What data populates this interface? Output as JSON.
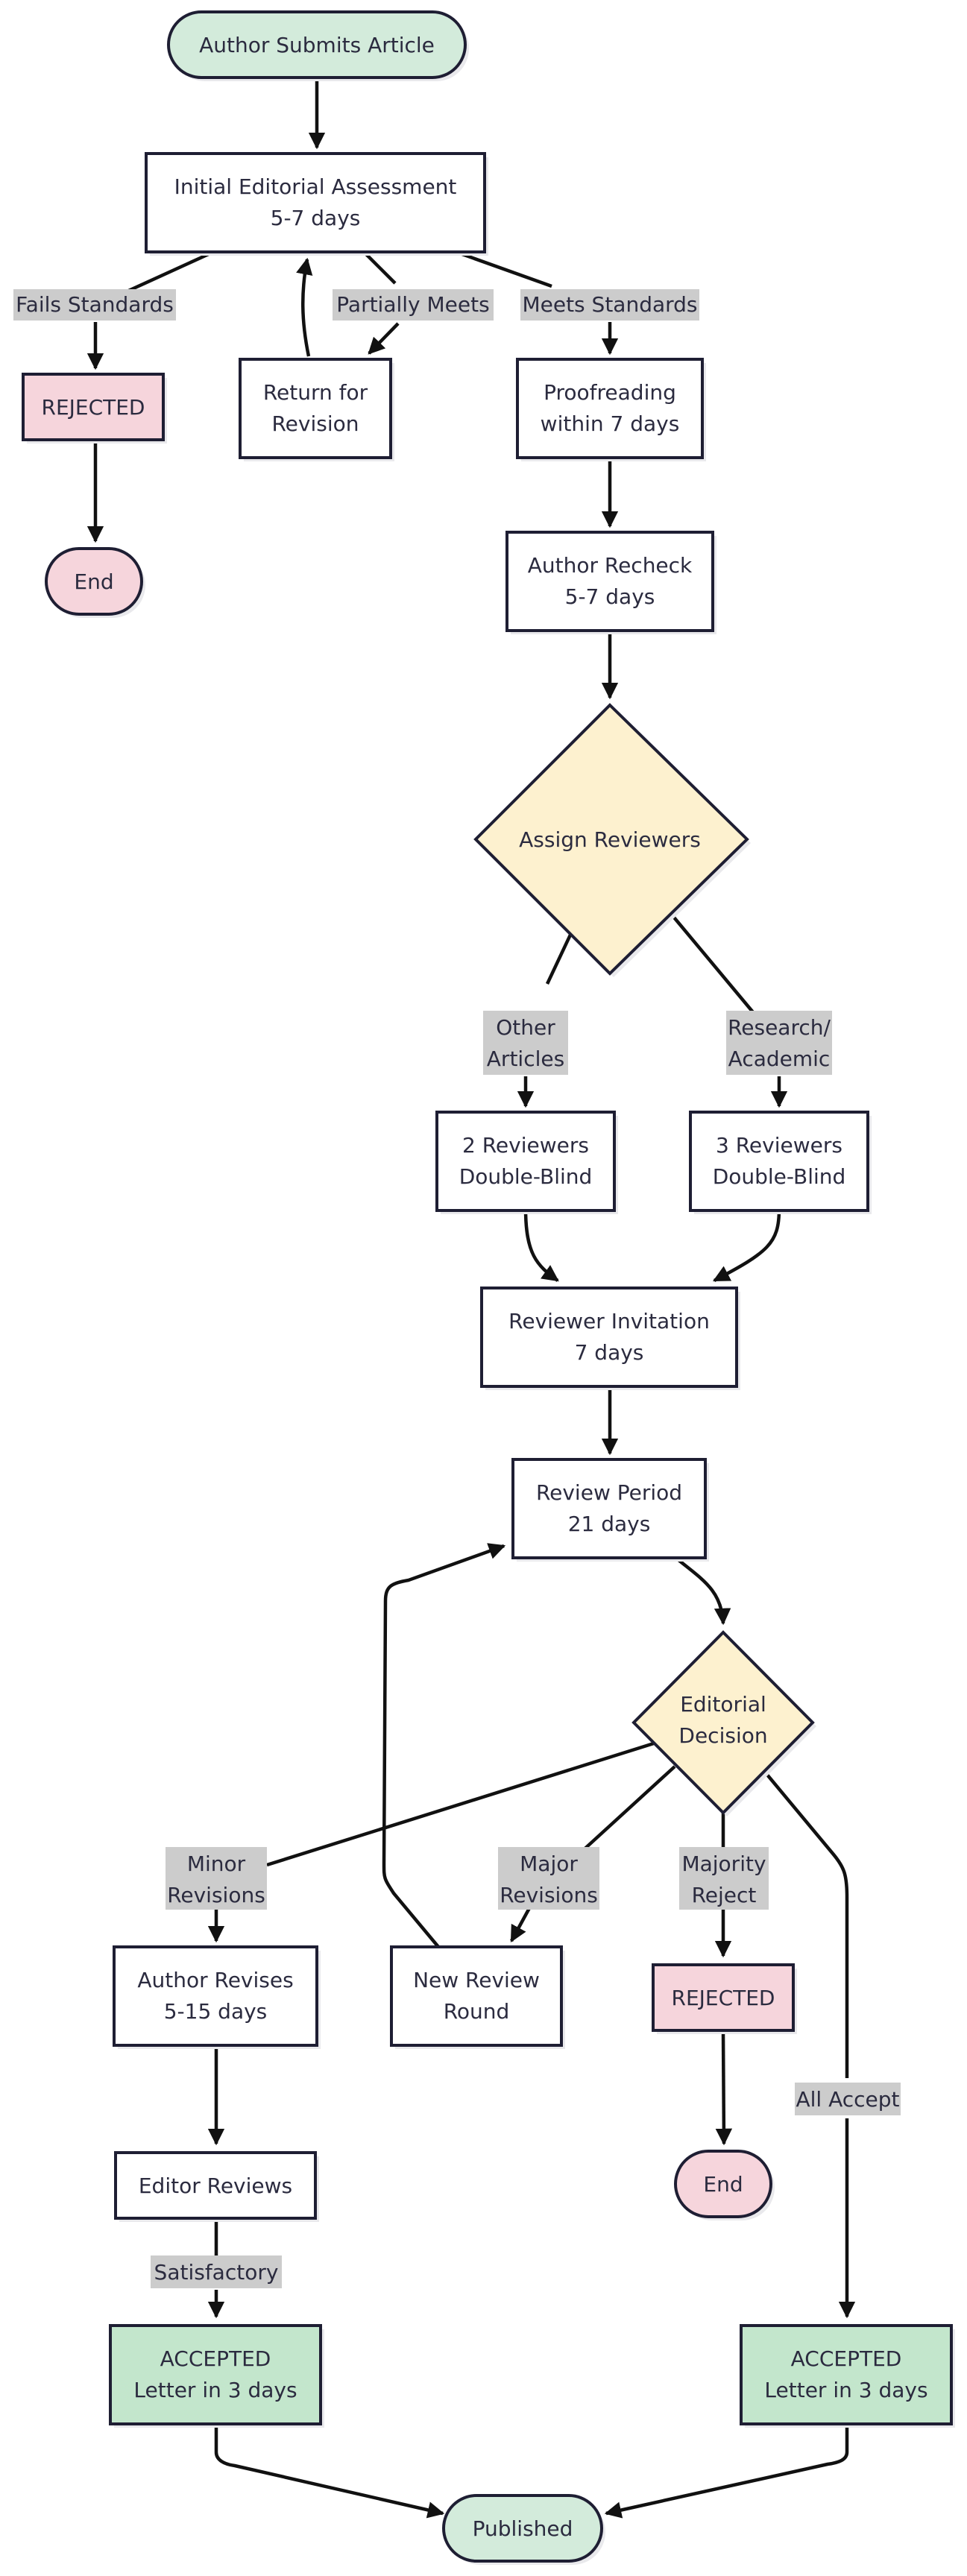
{
  "colors": {
    "start_fill": "#d3ebdb",
    "reject_fill": "#f6d5dc",
    "accept_fill": "#c3e6cc",
    "decision_fill": "#fdf1cf",
    "box_fill": "#ffffff",
    "stroke": "#1e1e33",
    "edge_label_bg": "#cccccc"
  },
  "nodes": {
    "start": "Author Submits Article",
    "initial_assessment": [
      "Initial Editorial Assessment",
      "5-7 days"
    ],
    "rejected_1": "REJECTED",
    "end_1": "End",
    "return_revision": [
      "Return for",
      "Revision"
    ],
    "proofreading": [
      "Proofreading",
      "within 7 days"
    ],
    "author_recheck": [
      "Author Recheck",
      "5-7 days"
    ],
    "assign_reviewers": "Assign Reviewers",
    "two_reviewers": [
      "2 Reviewers",
      "Double-Blind"
    ],
    "three_reviewers": [
      "3 Reviewers",
      "Double-Blind"
    ],
    "reviewer_invitation": [
      "Reviewer Invitation",
      "7 days"
    ],
    "review_period": [
      "Review Period",
      "21 days"
    ],
    "editorial_decision": [
      "Editorial",
      "Decision"
    ],
    "author_revises": [
      "Author Revises",
      "5-15 days"
    ],
    "new_review_round": [
      "New Review",
      "Round"
    ],
    "rejected_2": "REJECTED",
    "end_2": "End",
    "editor_reviews": "Editor Reviews",
    "accepted_1": [
      "ACCEPTED",
      "Letter in 3 days"
    ],
    "accepted_2": [
      "ACCEPTED",
      "Letter in 3 days"
    ],
    "published": "Published"
  },
  "edge_labels": {
    "fails_standards": "Fails Standards",
    "partially_meets": "Partially Meets",
    "meets_standards": "Meets Standards",
    "other_articles": [
      "Other",
      "Articles"
    ],
    "research_academic": [
      "Research/",
      "Academic"
    ],
    "minor_revisions": [
      "Minor",
      "Revisions"
    ],
    "major_revisions": [
      "Major",
      "Revisions"
    ],
    "majority_reject": [
      "Majority",
      "Reject"
    ],
    "all_accept": "All Accept",
    "satisfactory": "Satisfactory"
  }
}
